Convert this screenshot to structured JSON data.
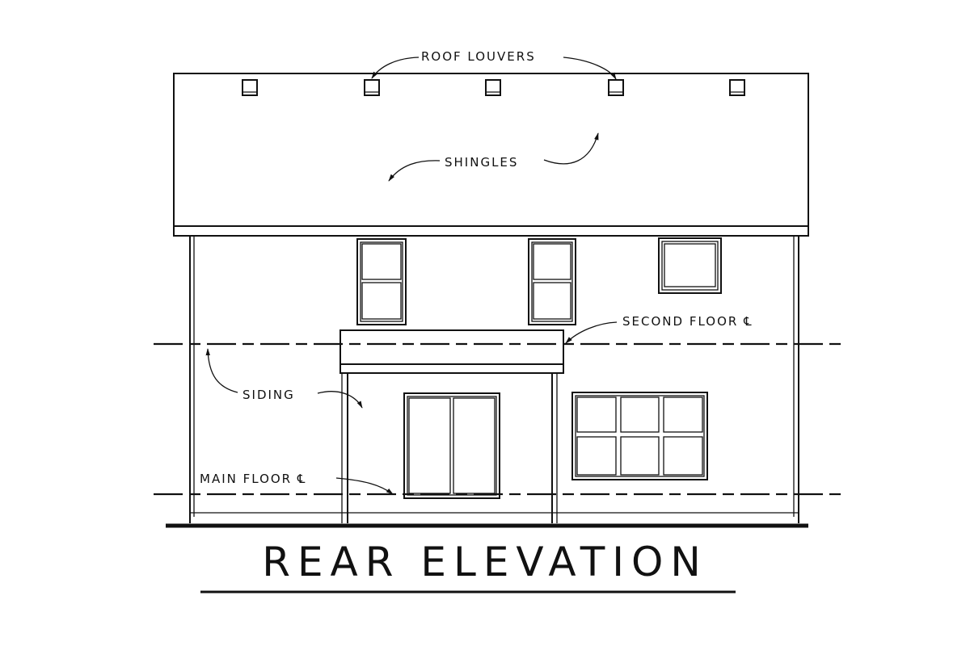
{
  "title": "REAR ELEVATION",
  "labels": {
    "roof_louvers": "ROOF LOUVERS",
    "shingles": "SHINGLES",
    "second_floor": "SECOND FLOOR ℄",
    "siding": "SIDING",
    "main_floor": "MAIN FLOOR ℄"
  },
  "colors": {
    "line": "#111111",
    "background": "#ffffff"
  }
}
